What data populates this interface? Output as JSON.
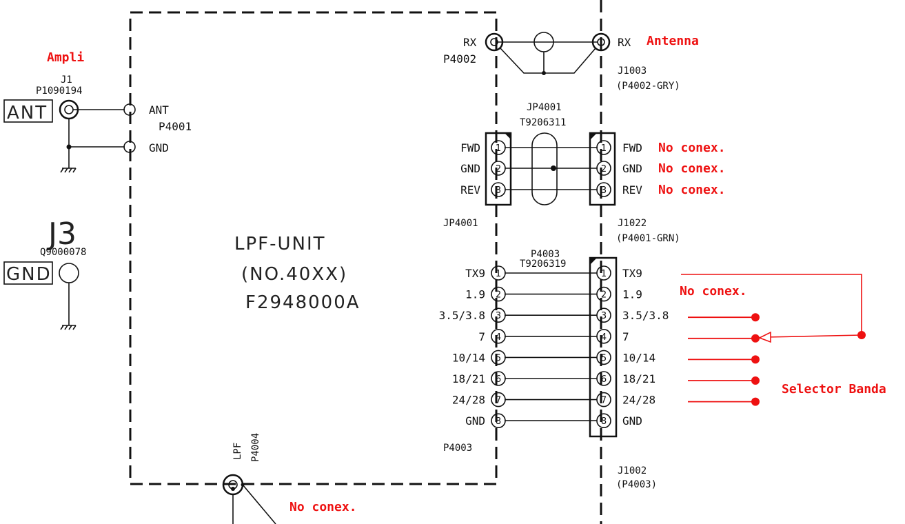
{
  "colors": {
    "annotation": "#ee1111",
    "ink": "#111111"
  },
  "labels": {
    "ampli": "Ampli",
    "j1": "J1",
    "j1_part": "P1090194",
    "ant_box": "ANT",
    "ant_pin": "ANT",
    "gnd_pin": "GND",
    "p4001_left": "P4001",
    "j3": "J3",
    "j3_part": "Q9000078",
    "gnd_box": "GND",
    "unit_name": "LPF-UNIT",
    "unit_no": "(NO.40XX)",
    "unit_part": "F2948000A",
    "rx_left": "RX",
    "p4002": "P4002",
    "rx_right": "RX",
    "antenna": "Antenna",
    "j1003": "J1003",
    "j1003_sub": "(P4002-GRY)",
    "jp4001_top": "JP4001",
    "jp4001_part": "T9206311",
    "jp4001_bottom": "JP4001",
    "j1022": "J1022",
    "j1022_sub": "(P4001-GRN)",
    "p4003_top": "P4003",
    "p4003_part": "T9206319",
    "p4003_bottom": "P4003",
    "j1002": "J1002",
    "j1002_sub": "(P4003)",
    "lpf": "LPF",
    "p4004": "P4004",
    "no_conex_tx": "No conex.",
    "no_conex_lpf": "No conex.",
    "selector": "Selector Banda"
  },
  "jp4001_pins": [
    {
      "num": "1",
      "left": "FWD",
      "right": "FWD",
      "note": "No conex."
    },
    {
      "num": "2",
      "left": "GND",
      "right": "GND",
      "note": "No conex."
    },
    {
      "num": "3",
      "left": "REV",
      "right": "REV",
      "note": "No conex."
    }
  ],
  "p4003_pins": [
    {
      "num": "1",
      "left": "TX9",
      "right": "TX9"
    },
    {
      "num": "2",
      "left": "1.9",
      "right": "1.9"
    },
    {
      "num": "3",
      "left": "3.5/3.8",
      "right": "3.5/3.8"
    },
    {
      "num": "4",
      "left": "7",
      "right": "7"
    },
    {
      "num": "5",
      "left": "10/14",
      "right": "10/14"
    },
    {
      "num": "6",
      "left": "18/21",
      "right": "18/21"
    },
    {
      "num": "7",
      "left": "24/28",
      "right": "24/28"
    },
    {
      "num": "8",
      "left": "GND",
      "right": "GND"
    }
  ]
}
